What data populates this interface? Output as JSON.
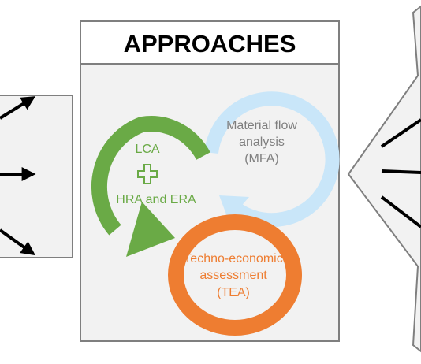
{
  "panel": {
    "title": "APPROACHES"
  },
  "cycle": {
    "lca": {
      "label": "LCA",
      "plus_icon": "plus-icon",
      "sub_label": "HRA and ERA",
      "color": "#6aaa46"
    },
    "mfa": {
      "line1": "Material flow",
      "line2": "analysis",
      "line3": "(MFA)",
      "color": "#c9e6f9",
      "text_color": "#7f7f7f"
    },
    "tea": {
      "line1": "Techno-economic",
      "line2": "assessment",
      "line3": "(TEA)",
      "color": "#ee7d31"
    }
  },
  "colors": {
    "border": "#7f7f7f",
    "side_fill": "#f2f2f2",
    "arrow": "#000000"
  }
}
